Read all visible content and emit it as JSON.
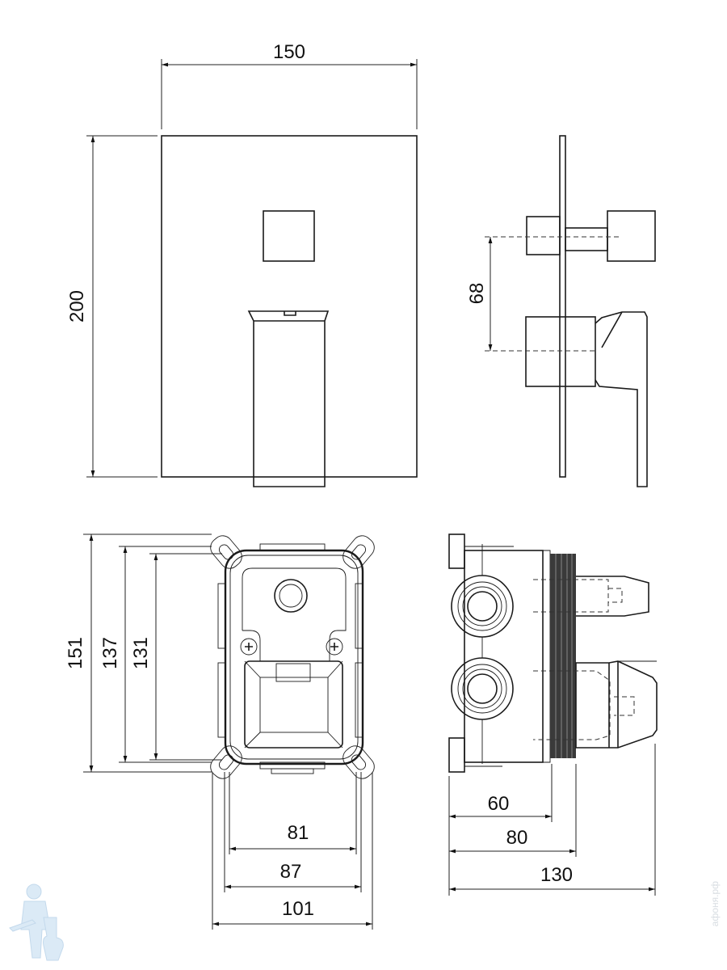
{
  "title": "Concealed shower mixer dimension drawing",
  "front_view": {
    "width_label": "150",
    "height_label": "200"
  },
  "side_view": {
    "spacing_label": "68"
  },
  "box_front": {
    "height_outer_label": "151",
    "height_mid_label": "137",
    "height_inner_label": "131",
    "width_inner_label": "81",
    "width_mid_label": "87",
    "width_outer_label": "101"
  },
  "box_side": {
    "depth_body_label": "60",
    "depth_thread_label": "80",
    "depth_total_label": "130"
  },
  "watermark": {
    "text": "афоня.рф",
    "logo": "plumber-mascot"
  },
  "colors": {
    "line": "#1a1a1a",
    "thread": "#3a3a3a",
    "watermark": "#cfe3f3"
  }
}
